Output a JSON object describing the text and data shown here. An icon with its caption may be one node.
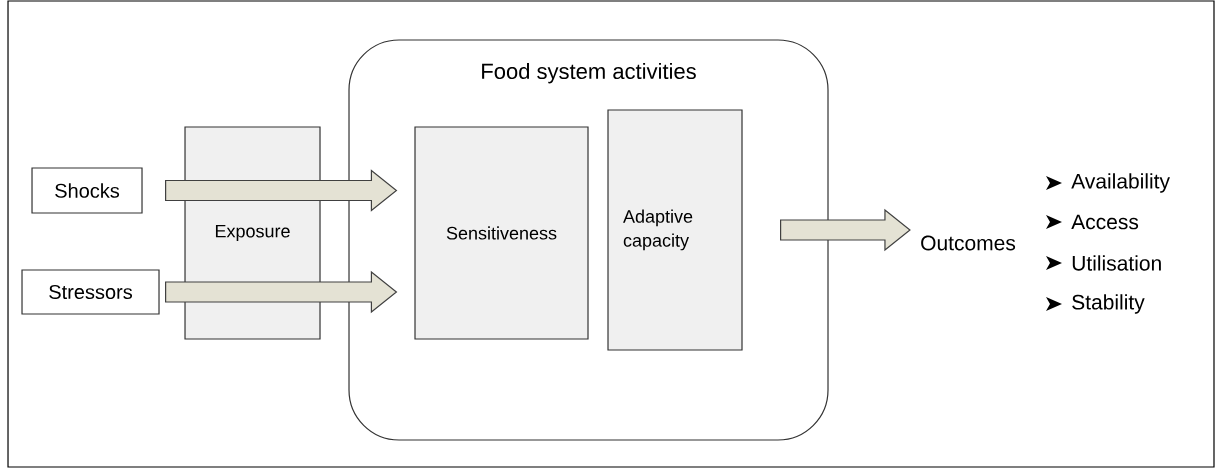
{
  "diagram": {
    "nodes": [
      {
        "text": [
          "Shocks"
        ]
      },
      {
        "text": [
          "Stressors"
        ]
      },
      {
        "text": [
          "Exposure"
        ]
      },
      {
        "text": [
          "Food system activities"
        ]
      },
      {
        "text": [
          "Sensitiveness"
        ],
        "in": 3
      },
      {
        "text": [
          "Adaptive capacity"
        ],
        "in": 3
      },
      {
        "text": [
          "Outcomes"
        ]
      }
    ],
    "edges": [
      {
        "from": 0,
        "to": 4,
        "arrow": "to"
      },
      {
        "from": 1,
        "to": 4,
        "arrow": "to"
      },
      {
        "from": 5,
        "to": 6,
        "arrow": "to"
      }
    ],
    "labels": [
      "Availability",
      "Access",
      "Utilisation",
      "Stability"
    ]
  }
}
